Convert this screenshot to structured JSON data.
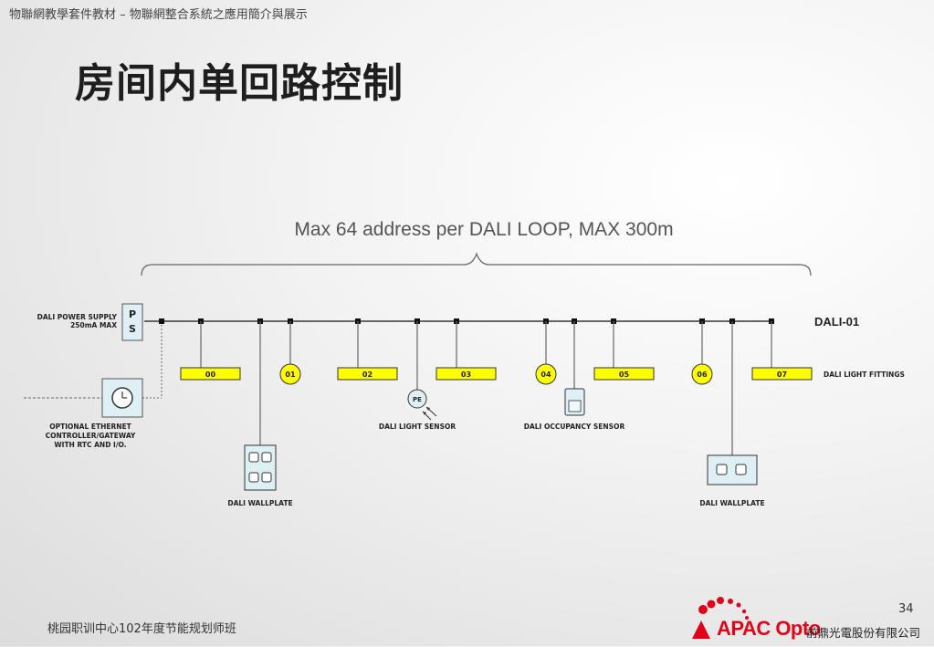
{
  "header": {
    "subtitle": "物聯網教學套件教材 – 物聯網整合系統之應用簡介與展示"
  },
  "slide": {
    "title": "房间内单回路控制",
    "page_number": "34"
  },
  "diagram": {
    "span_caption": "Max 64 address per DALI LOOP, MAX 300m",
    "loop_label": "DALI-01",
    "power_supply": {
      "label_line1": "DALI POWER SUPPLY",
      "label_line2": "250mA MAX",
      "box_line1": "P",
      "box_line2": "S"
    },
    "gateway": {
      "label_line1": "OPTIONAL ETHERNET",
      "label_line2": "CONTROLLER/GATEWAY",
      "label_line3": "WITH RTC AND I/O."
    },
    "fittings_label": "DALI LIGHT FITTINGS",
    "fittings": [
      "00",
      "01",
      "02",
      "03",
      "04",
      "05",
      "06",
      "07"
    ],
    "light_sensor": {
      "symbol": "PE",
      "label": "DALI LIGHT SENSOR"
    },
    "occupancy_sensor": {
      "label": "DALI OCCUPANCY SENSOR"
    },
    "wallplate_left": {
      "label": "DALI WALLPLATE"
    },
    "wallplate_right": {
      "label": "DALI WALLPLATE"
    },
    "colors": {
      "fitting_fill": "#ffff00",
      "line": "#666666",
      "device_fill": "#dff0f5"
    }
  },
  "footer": {
    "left_text": "桃园职训中心102年度节能规划师班",
    "logo_text": "APAC Opto",
    "company": "前鼎光電股份有限公司"
  }
}
